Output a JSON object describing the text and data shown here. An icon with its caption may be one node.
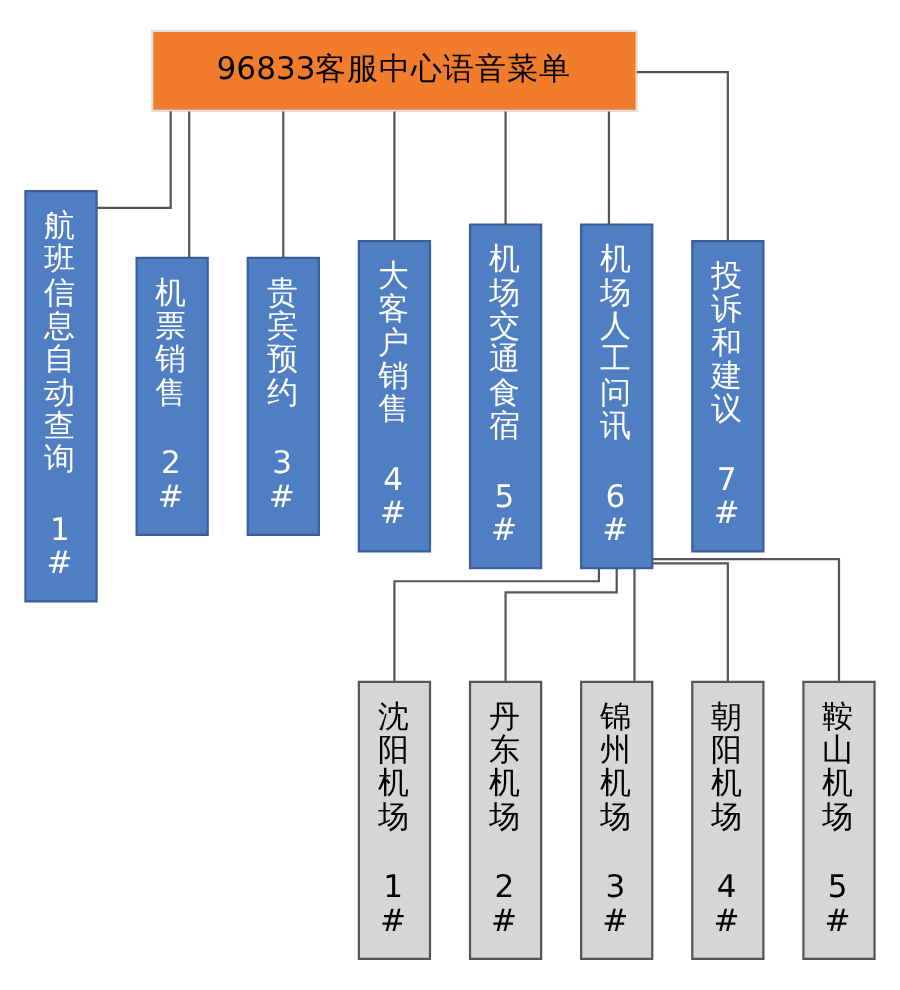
{
  "diagram": {
    "nodes": [
      {
        "text": [
          "96833客服中心语音菜单"
        ]
      },
      {
        "text": [
          "航班信息自动查询",
          "1#"
        ]
      },
      {
        "text": [
          "机票销售",
          "2#"
        ]
      },
      {
        "text": [
          "贵宾预约",
          "3#"
        ]
      },
      {
        "text": [
          "大客户销售",
          "4#"
        ]
      },
      {
        "text": [
          "机场交通食宿",
          "5#"
        ]
      },
      {
        "text": [
          "机场人工问讯",
          "6#"
        ]
      },
      {
        "text": [
          "投诉和建议",
          "7#"
        ]
      },
      {
        "text": [
          "沈阳机场",
          "1#"
        ]
      },
      {
        "text": [
          "丹东机场",
          "2#"
        ]
      },
      {
        "text": [
          "锦州机场",
          "3#"
        ]
      },
      {
        "text": [
          "朝阳机场",
          "4#"
        ]
      },
      {
        "text": [
          "鞍山机场",
          "5#"
        ]
      }
    ],
    "edges": [
      {
        "from": 0,
        "to": 1,
        "arrow": "none"
      },
      {
        "from": 0,
        "to": 2,
        "arrow": "none"
      },
      {
        "from": 0,
        "to": 3,
        "arrow": "none"
      },
      {
        "from": 0,
        "to": 4,
        "arrow": "none"
      },
      {
        "from": 0,
        "to": 5,
        "arrow": "none"
      },
      {
        "from": 0,
        "to": 6,
        "arrow": "none"
      },
      {
        "from": 0,
        "to": 7,
        "arrow": "none"
      },
      {
        "from": 6,
        "to": 8,
        "arrow": "none"
      },
      {
        "from": 6,
        "to": 9,
        "arrow": "none"
      },
      {
        "from": 6,
        "to": 10,
        "arrow": "none"
      },
      {
        "from": 6,
        "to": 11,
        "arrow": "none"
      },
      {
        "from": 6,
        "to": 12,
        "arrow": "none"
      }
    ]
  }
}
